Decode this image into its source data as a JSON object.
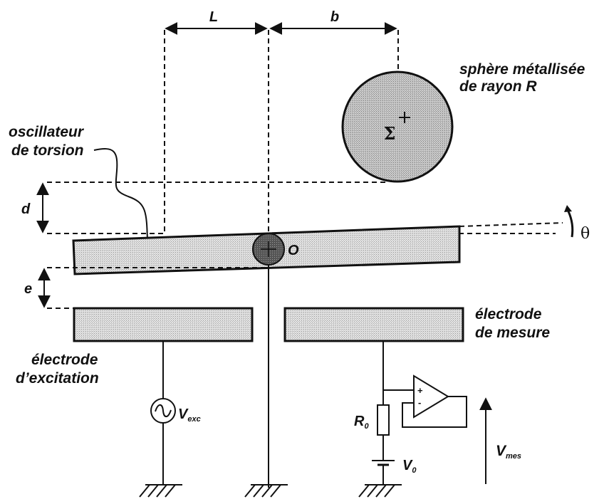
{
  "figure": {
    "type": "torsion oscillator measurement setup",
    "colors": {
      "line": "#111111",
      "fill_light": "#d8d8d8",
      "fill_sphere": "#c4c4c4",
      "fill_pivot": "#3a3a3a"
    }
  },
  "dimensions": {
    "L": "L",
    "b": "b",
    "d": "d",
    "e": "e",
    "theta": "θ"
  },
  "labels": {
    "sphere_line1": "sphère métallisée",
    "sphere_line2": "de rayon R",
    "sphere_center": "Σ",
    "oscillator_line1": "oscillateur",
    "oscillator_line2": "de torsion",
    "pivot": "O",
    "excitation_line1": "électrode",
    "excitation_line2": "d’excitation",
    "measure_line1": "électrode",
    "measure_line2": "de mesure"
  },
  "circuit": {
    "vexc_main": "V",
    "vexc_sub": "exc",
    "r0_main": "R",
    "r0_sub": "0",
    "v0_main": "V",
    "v0_sub": "0",
    "vmes_main": "V",
    "vmes_sub": "mes",
    "opamp_plus": "+",
    "opamp_minus": "-"
  }
}
